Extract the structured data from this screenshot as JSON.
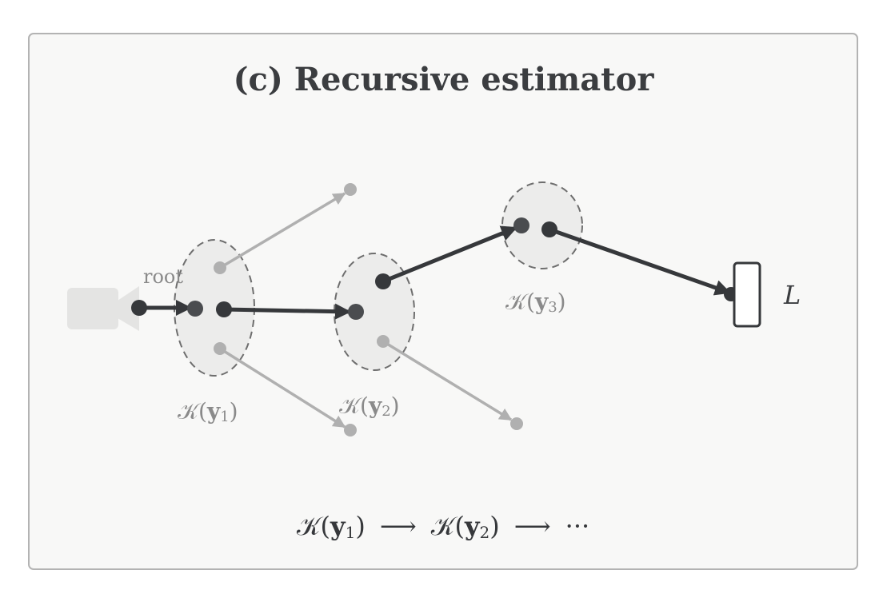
{
  "title": "(c) Recursive estimator",
  "root_label": "root",
  "sets": [
    {
      "pre": "𝒦(",
      "var": "y",
      "sub": "1",
      "post": ")"
    },
    {
      "pre": "𝒦(",
      "var": "y",
      "sub": "2",
      "post": ")"
    },
    {
      "pre": "𝒦(",
      "var": "y",
      "sub": "3",
      "post": ")"
    }
  ],
  "sink_label": "L",
  "caption": {
    "part1_pre": "𝒦(",
    "part1_var": "y",
    "part1_sub": "1",
    "part1_post": ")",
    "arrow1": "⟶",
    "part2_pre": "𝒦(",
    "part2_var": "y",
    "part2_sub": "2",
    "part2_post": ")",
    "arrow2": "⟶",
    "ellipsis": "···"
  },
  "colors": {
    "dark": "#36383b",
    "gray": "#b0b0b0",
    "ellipse_fill": "#ececeb",
    "ellipse_stroke": "#6e6e6e",
    "label": "#8a8a8a"
  }
}
